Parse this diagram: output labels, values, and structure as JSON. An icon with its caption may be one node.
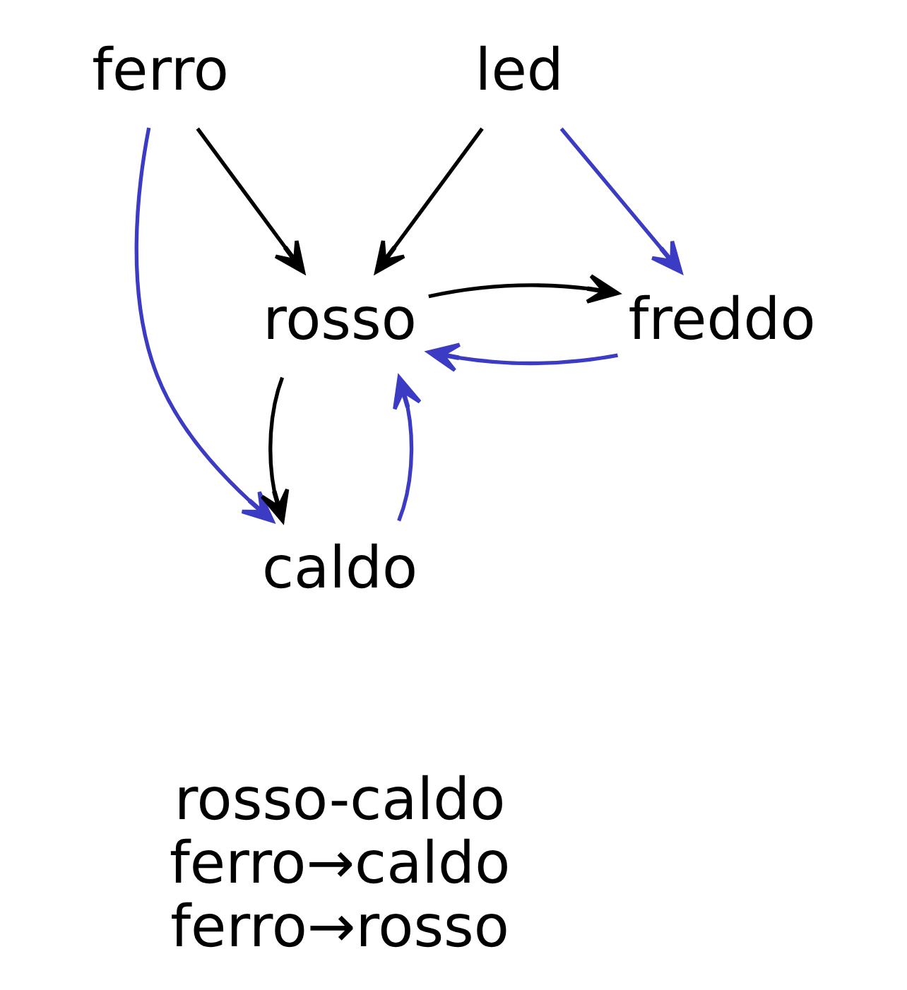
{
  "diagram": {
    "nodes": [
      {
        "text": [
          "ferro"
        ]
      },
      {
        "text": [
          "led"
        ]
      },
      {
        "text": [
          "rosso"
        ]
      },
      {
        "text": [
          "freddo"
        ]
      },
      {
        "text": [
          "caldo"
        ]
      }
    ],
    "edges": [
      {
        "from": 0,
        "to": 2,
        "arrow": "to"
      },
      {
        "from": 0,
        "to": 4,
        "arrow": "to",
        "color": "#3b3bc4"
      },
      {
        "from": 1,
        "to": 2,
        "arrow": "to"
      },
      {
        "from": 1,
        "to": 3,
        "arrow": "to",
        "color": "#3b3bc4"
      },
      {
        "from": 3,
        "to": 2,
        "arrow": "to",
        "color": "#3b3bc4"
      },
      {
        "from": 2,
        "to": 3,
        "arrow": "to"
      },
      {
        "from": 2,
        "to": 4,
        "arrow": "to"
      },
      {
        "from": 4,
        "to": 2,
        "arrow": "to",
        "color": "#3b3bc4"
      }
    ],
    "labels": [
      "rosso-caldo",
      "ferro→caldo",
      "ferro→rosso"
    ]
  }
}
